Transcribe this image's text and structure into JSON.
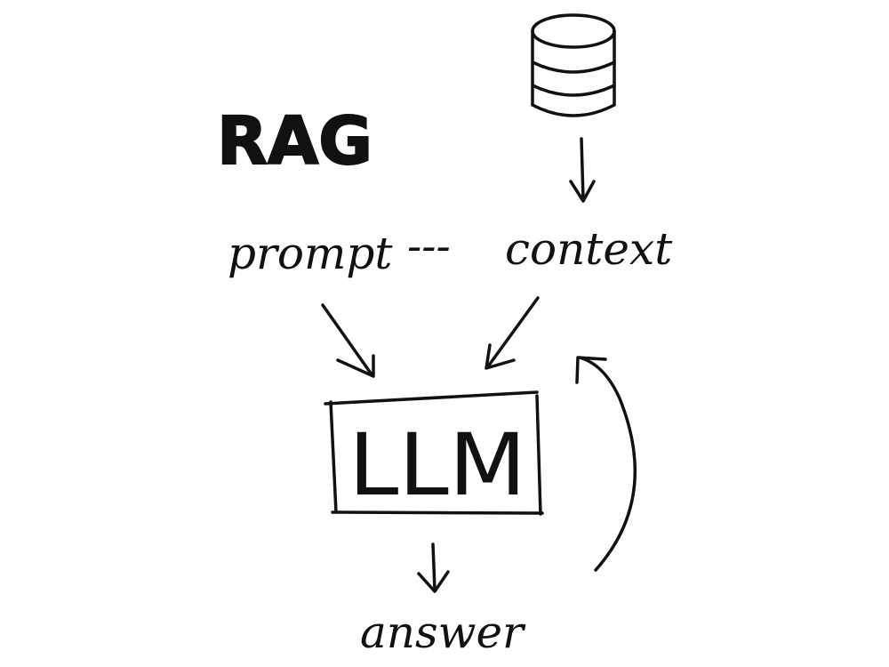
{
  "title": "RAG",
  "nodes": {
    "database": {
      "icon": "database-icon"
    },
    "prompt": {
      "label": "prompt"
    },
    "separator": {
      "label": "---"
    },
    "context": {
      "label": "context"
    },
    "llm": {
      "label": "LLM"
    },
    "answer": {
      "label": "answer"
    }
  },
  "colors": {
    "ink": "#111111",
    "background": "#ffffff"
  }
}
